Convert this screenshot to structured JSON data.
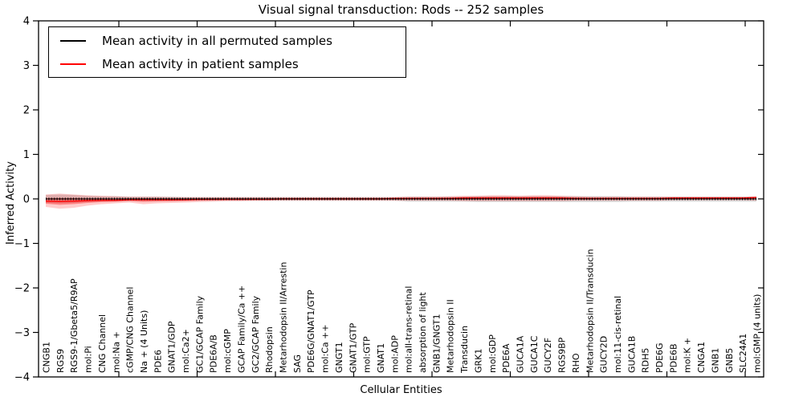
{
  "figure": {
    "title": "Visual signal transduction: Rods -- 252 samples",
    "xlabel": "Cellular Entities",
    "ylabel": "Inferred Activity"
  },
  "legend": {
    "items": [
      {
        "label": "Mean activity in all permuted samples",
        "color": "#000000"
      },
      {
        "label": "Mean activity in patient samples",
        "color": "#ff0000"
      }
    ]
  },
  "chart_data": {
    "type": "line",
    "title": "Visual signal transduction: Rods -- 252 samples",
    "xlabel": "Cellular Entities",
    "ylabel": "Inferred Activity",
    "ylim": [
      -4,
      4
    ],
    "yticks": [
      4,
      3,
      2,
      1,
      0,
      -1,
      -2,
      -3,
      -4
    ],
    "grid": false,
    "legend_position": "upper left",
    "categories": [
      "CNGB1",
      "RGS9",
      "RGS9-1/Gbeta5/R9AP",
      "mol:Pi",
      "CNG Channel",
      "mol:Na +",
      "cGMP/CNG Channel",
      "Na + (4 Units)",
      "PDE6",
      "GNAT1/GDP",
      "mol:Ca2+",
      "GC1/GCAP Family",
      "PDE6A/B",
      "mol:cGMP",
      "GCAP Family/Ca ++",
      "GC2/GCAP Family",
      "Rhodopsin",
      "Metarhodopsin II/Arrestin",
      "SAG",
      "PDE6G/GNAT1/GTP",
      "mol:Ca ++",
      "GNGT1",
      "GNAT1/GTP",
      "mol:GTP",
      "GNAT1",
      "mol:ADP",
      "mol:all-trans-retinal",
      "absorption of light",
      "GNB1/GNGT1",
      "Metarhodopsin II",
      "Transducin",
      "GRK1",
      "mol:GDP",
      "PDE6A",
      "GUCA1A",
      "GUCA1C",
      "GUCY2F",
      "RGS9BP",
      "RHO",
      "Metarhodopsin II/Transducin",
      "GUCY2D",
      "mol:11-cis-retinal",
      "GUCA1B",
      "RDH5",
      "PDE6G",
      "PDE6B",
      "mol:K +",
      "CNGA1",
      "GNB1",
      "GNB5",
      "SLC24A1",
      "mol:GMP (4 units)"
    ],
    "series": [
      {
        "name": "Mean activity in all permuted samples",
        "color": "#000000",
        "band_color": "rgba(0,0,0,0.15)",
        "style": "dashed",
        "values": [
          0,
          0,
          0,
          0,
          0,
          0,
          0,
          0,
          0,
          0,
          0,
          0,
          0,
          0,
          0,
          0,
          0,
          0,
          0,
          0,
          0,
          0,
          0,
          0,
          0,
          0,
          0,
          0,
          0,
          0,
          0,
          0,
          0,
          0,
          0,
          0,
          0,
          0,
          0,
          0,
          0,
          0,
          0,
          0,
          0,
          0,
          0,
          0,
          0,
          0,
          0,
          0
        ],
        "band_upper": [
          0.09,
          0.1,
          0.09,
          0.07,
          0.06,
          0.06,
          0.05,
          0.05,
          0.05,
          0.05,
          0.04,
          0.04,
          0.04,
          0.04,
          0.04,
          0.04,
          0.04,
          0.04,
          0.04,
          0.04,
          0.04,
          0.04,
          0.04,
          0.04,
          0.04,
          0.04,
          0.05,
          0.05,
          0.05,
          0.05,
          0.05,
          0.06,
          0.06,
          0.06,
          0.06,
          0.06,
          0.06,
          0.06,
          0.06,
          0.06,
          0.06,
          0.06,
          0.05,
          0.05,
          0.05,
          0.05,
          0.05,
          0.05,
          0.05,
          0.05,
          0.05,
          0.05
        ],
        "band_lower": [
          -0.09,
          -0.1,
          -0.09,
          -0.07,
          -0.06,
          -0.06,
          -0.05,
          -0.05,
          -0.05,
          -0.05,
          -0.04,
          -0.04,
          -0.04,
          -0.04,
          -0.04,
          -0.04,
          -0.04,
          -0.04,
          -0.04,
          -0.04,
          -0.04,
          -0.04,
          -0.04,
          -0.04,
          -0.04,
          -0.04,
          -0.06,
          -0.06,
          -0.06,
          -0.06,
          -0.06,
          -0.07,
          -0.07,
          -0.07,
          -0.07,
          -0.07,
          -0.07,
          -0.07,
          -0.07,
          -0.07,
          -0.07,
          -0.07,
          -0.06,
          -0.06,
          -0.06,
          -0.06,
          -0.06,
          -0.06,
          -0.06,
          -0.06,
          -0.06,
          -0.06
        ]
      },
      {
        "name": "Mean activity in patient samples",
        "color": "#ff0000",
        "band_color": "rgba(255,0,0,0.2)",
        "style": "solid",
        "values": [
          -0.05,
          -0.06,
          -0.05,
          -0.04,
          -0.03,
          -0.03,
          -0.02,
          -0.02,
          -0.02,
          -0.02,
          -0.02,
          -0.01,
          -0.01,
          -0.01,
          -0.01,
          -0.01,
          -0.01,
          0,
          0,
          0,
          0,
          0,
          0,
          0,
          0,
          0.01,
          0.01,
          0.01,
          0.01,
          0.01,
          0.02,
          0.02,
          0.02,
          0.02,
          0.02,
          0.02,
          0.02,
          0.02,
          0.01,
          0.01,
          0.01,
          0.01,
          0.01,
          0.01,
          0.01,
          0.02,
          0.02,
          0.02,
          0.02,
          0.02,
          0.02,
          0.03
        ],
        "band_upper": [
          0.1,
          0.12,
          0.1,
          0.08,
          0.07,
          0.06,
          0.05,
          0.05,
          0.05,
          0.04,
          0.04,
          0.04,
          0.04,
          0.04,
          0.04,
          0.04,
          0.04,
          0.04,
          0.04,
          0.04,
          0.04,
          0.04,
          0.04,
          0.04,
          0.04,
          0.04,
          0.05,
          0.05,
          0.05,
          0.06,
          0.07,
          0.07,
          0.08,
          0.08,
          0.07,
          0.08,
          0.08,
          0.07,
          0.06,
          0.05,
          0.05,
          0.05,
          0.05,
          0.05,
          0.05,
          0.05,
          0.05,
          0.05,
          0.05,
          0.05,
          0.05,
          0.06
        ],
        "band_lower": [
          -0.18,
          -0.22,
          -0.2,
          -0.15,
          -0.12,
          -0.1,
          -0.08,
          -0.12,
          -0.1,
          -0.09,
          -0.08,
          -0.07,
          -0.06,
          -0.05,
          -0.05,
          -0.04,
          -0.04,
          -0.04,
          -0.04,
          -0.04,
          -0.04,
          -0.04,
          -0.04,
          -0.04,
          -0.04,
          -0.04,
          -0.04,
          -0.04,
          -0.04,
          -0.04,
          -0.05,
          -0.05,
          -0.05,
          -0.05,
          -0.05,
          -0.05,
          -0.05,
          -0.05,
          -0.04,
          -0.04,
          -0.04,
          -0.04,
          -0.04,
          -0.04,
          -0.04,
          -0.03,
          -0.03,
          -0.03,
          -0.03,
          -0.03,
          -0.03,
          -0.04
        ]
      }
    ]
  }
}
